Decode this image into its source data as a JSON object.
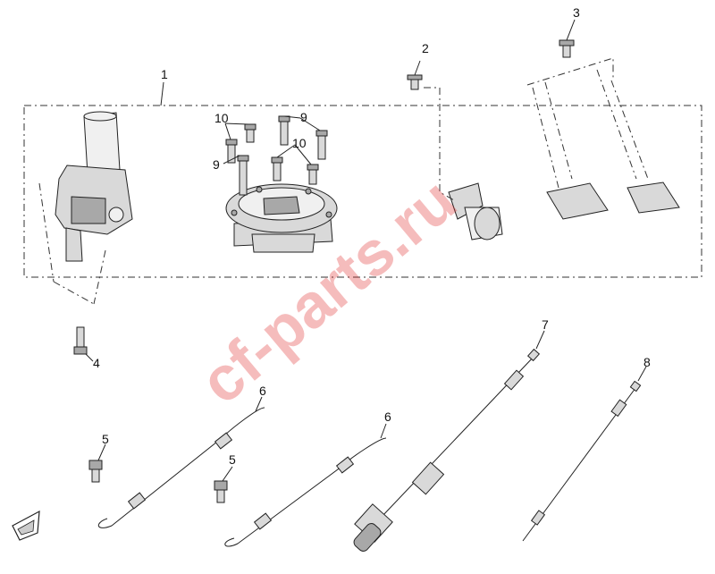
{
  "callouts": {
    "c1": "1",
    "c2": "2",
    "c3": "3",
    "c4": "4",
    "c5a": "5",
    "c5b": "5",
    "c6a": "6",
    "c6b": "6",
    "c7": "7",
    "c8": "8",
    "c9a": "9",
    "c9b": "9",
    "c10a": "10",
    "c10b": "10"
  },
  "watermark": "cf-parts.ru",
  "colors": {
    "watermark": "#e03030",
    "line": "#222222",
    "part_fill": "#d9d9d9"
  },
  "icons": {
    "direction_badge": "fwd-arrow-icon"
  }
}
